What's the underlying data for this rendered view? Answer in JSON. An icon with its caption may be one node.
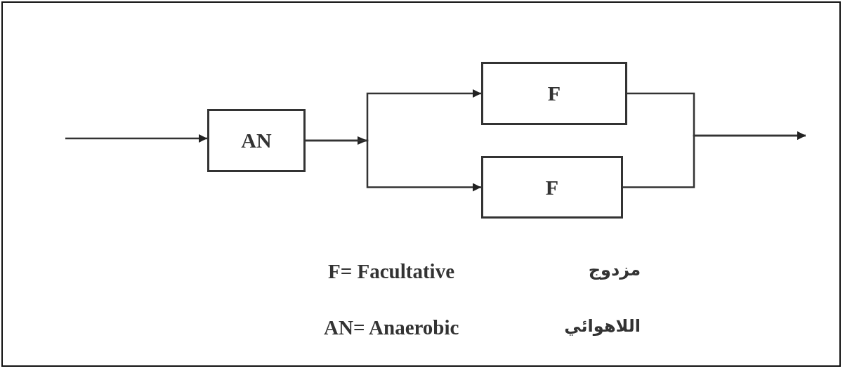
{
  "diagram": {
    "nodes": [
      {
        "text": [
          "AN"
        ]
      },
      {
        "text": [
          "F"
        ]
      },
      {
        "text": [
          "F"
        ]
      }
    ],
    "edges": [
      {
        "from": null,
        "to": 0,
        "arrow": "to"
      },
      {
        "from": 0,
        "to": 1,
        "arrow": "to"
      },
      {
        "from": 0,
        "to": 2,
        "arrow": "to"
      },
      {
        "from": 1,
        "to": null,
        "arrow": "to"
      },
      {
        "from": 2,
        "to": null,
        "arrow": "to"
      }
    ],
    "labels": [
      "F= Facultative",
      "مزدوج",
      "AN= Anaerobic",
      "اللاهوائي"
    ]
  }
}
